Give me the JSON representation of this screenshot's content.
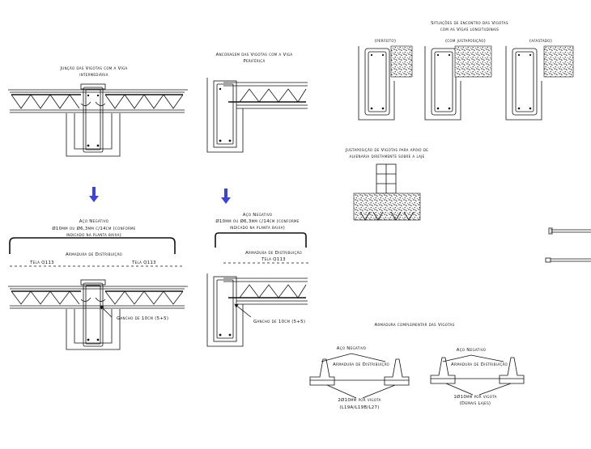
{
  "labels": {
    "juncao_title_1": "Junção das Vigotas com a Viga",
    "juncao_title_2": "intermediária",
    "ancoragem_title_1": "Ancoragem das Vigotas com a Viga",
    "ancoragem_title_2": "Periférica",
    "situacoes_title_1": "Situações de encontro das Vigotas",
    "situacoes_title_2": "com as Vigas longitudinais",
    "case_perfeito": "(perfeito)",
    "case_justaposicao": "(com justaposição)",
    "case_afastado": "(afastado)",
    "justaposicao_title_1": "Justaposição de Vigotas para apoio de",
    "justaposicao_title_2": "alvenaria diretamente sobre a laje",
    "aco_negativo_left_1": "Aço Negativo",
    "aco_negativo_left_2": "Ø10mm ou Ø6,3mm c/14cm (conforme",
    "aco_negativo_left_3": "indicado na planta baixa)",
    "armadura_distribuicao_left": "Armadura de Distribuição",
    "tela_left_a": "Tela Q113",
    "tela_left_b": "Tela Q113",
    "gancho_left": "Gancho de 10cm (5+5)",
    "aco_negativo_right_1": "Aço Negativo",
    "aco_negativo_right_2": "Ø10mm ou Ø6,3mm c/14cm (conforme",
    "aco_negativo_right_3": "indicado na planta baixa)",
    "armadura_distribuicao_right": "Armadura de Distribuição",
    "tela_right": "Tela Q113",
    "gancho_right": "Gancho de 10cm (5+5)",
    "armadura_complementar_title": "Armadura complementar das Vigotas",
    "aco_neg_det_a": "Aço Negativo",
    "arm_dist_det_a": "Armadura de Distribuição",
    "two_bars_1": "2Ø10mm por vigota",
    "two_bars_2": "(L19A/L19B/L27)",
    "aco_neg_det_b": "Aço Negativo",
    "arm_dist_det_b": "Armadura de Distribuição",
    "one_bar_1": "1Ø10mm por vigota",
    "one_bar_2": "(Demais Lajes)"
  },
  "colors": {
    "line": "#111111",
    "arrow": "#3d43d6"
  }
}
